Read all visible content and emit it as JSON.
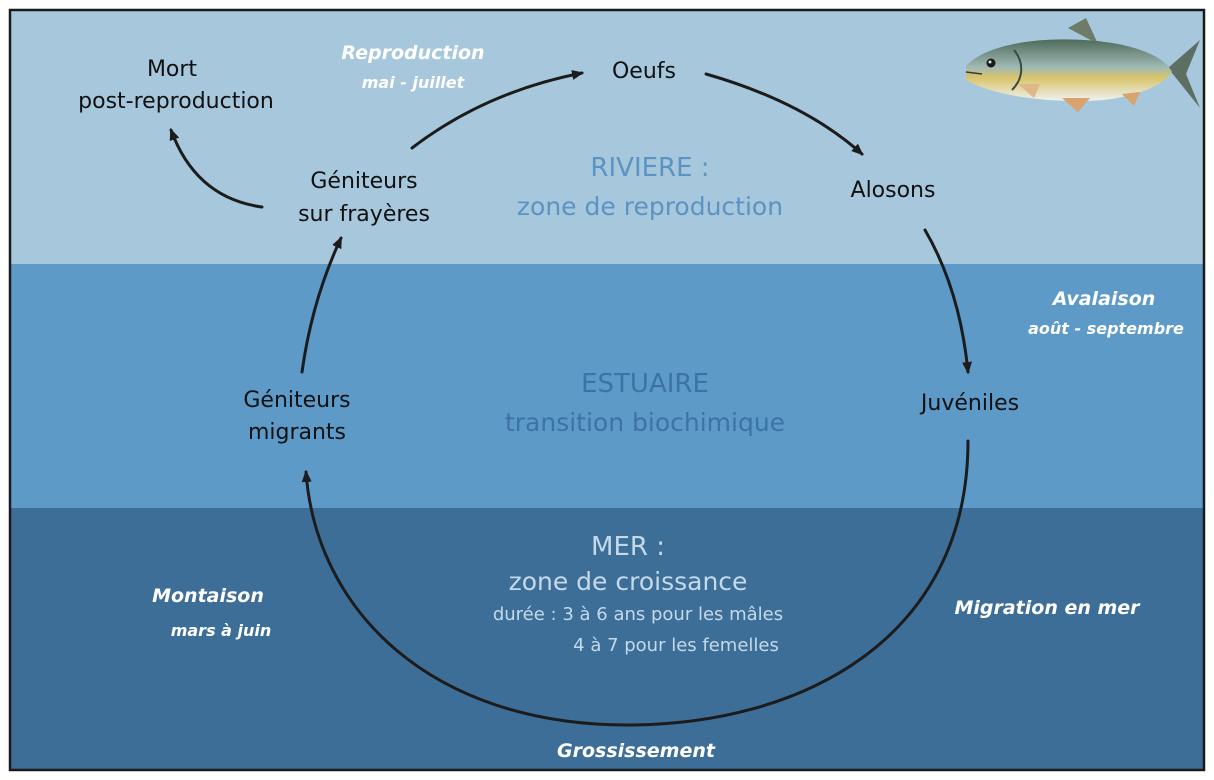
{
  "colors": {
    "riviere": "#a7c7dd",
    "estuaire": "#5d9ac8",
    "mer": "#3d6e98",
    "frame": "#1a1a1a",
    "arrow": "#1c1c1c",
    "riviere_text": "#5b93c2",
    "estuaire_text": "#3d72a5",
    "mer_text": "#c4d9ea",
    "phase_text": "#ffffff"
  },
  "zones": {
    "riviere": {
      "title": "RIVIERE :",
      "subtitle": "zone de reproduction"
    },
    "estuaire": {
      "title": "ESTUAIRE",
      "subtitle": "transition biochimique"
    },
    "mer": {
      "title": "MER :",
      "subtitle": "zone de croissance",
      "detail_1": "durée : 3 à 6 ans pour les mâles",
      "detail_2": "4 à 7 pour les femelles"
    }
  },
  "stages": {
    "mort_1": "Mort",
    "mort_2": "post-reproduction",
    "oeufs": "Oeufs",
    "alosons": "Alosons",
    "juveniles": "Juvéniles",
    "geniteurs_frayeres_1": "Géniteurs",
    "geniteurs_frayeres_2": "sur frayères",
    "geniteurs_migrants_1": "Géniteurs",
    "geniteurs_migrants_2": "migrants"
  },
  "phases": {
    "reproduction": {
      "label": "Reproduction",
      "period": "mai - juillet"
    },
    "avalaison": {
      "label": "Avalaison",
      "period": "août - septembre"
    },
    "montaison": {
      "label": "Montaison",
      "period": "mars à juin"
    },
    "migration": {
      "label": "Migration en mer"
    },
    "grossissement": {
      "label": "Grossissement"
    }
  },
  "icons": {
    "fish": "shad-fish-icon"
  }
}
